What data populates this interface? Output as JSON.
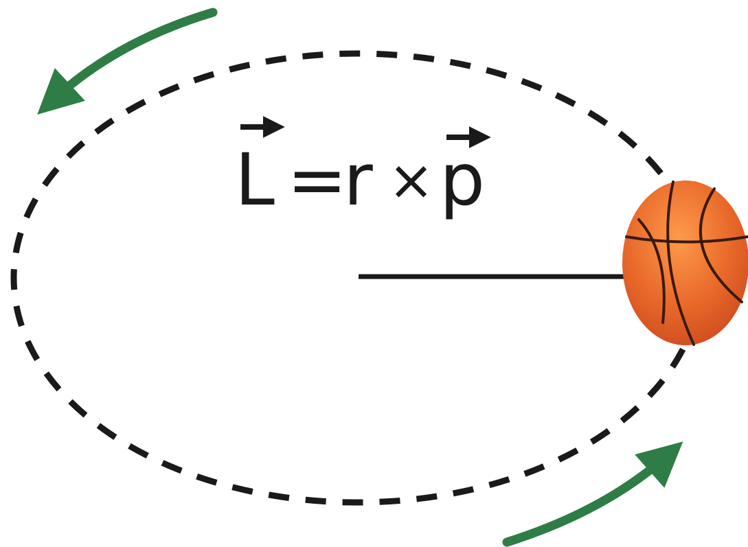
{
  "equation": {
    "L": "L",
    "equals": "=",
    "r": "r",
    "cross": "×",
    "p": "p"
  },
  "colors": {
    "background": "#ffffff",
    "orbit": "#1a1a1a",
    "arrow": "#2e7d46",
    "ball": "#e8692a",
    "ball_seams": "#3a1a0a"
  },
  "icons": {
    "ball": "basketball-icon",
    "rotation_arrows": "curved-arrow-icon"
  }
}
